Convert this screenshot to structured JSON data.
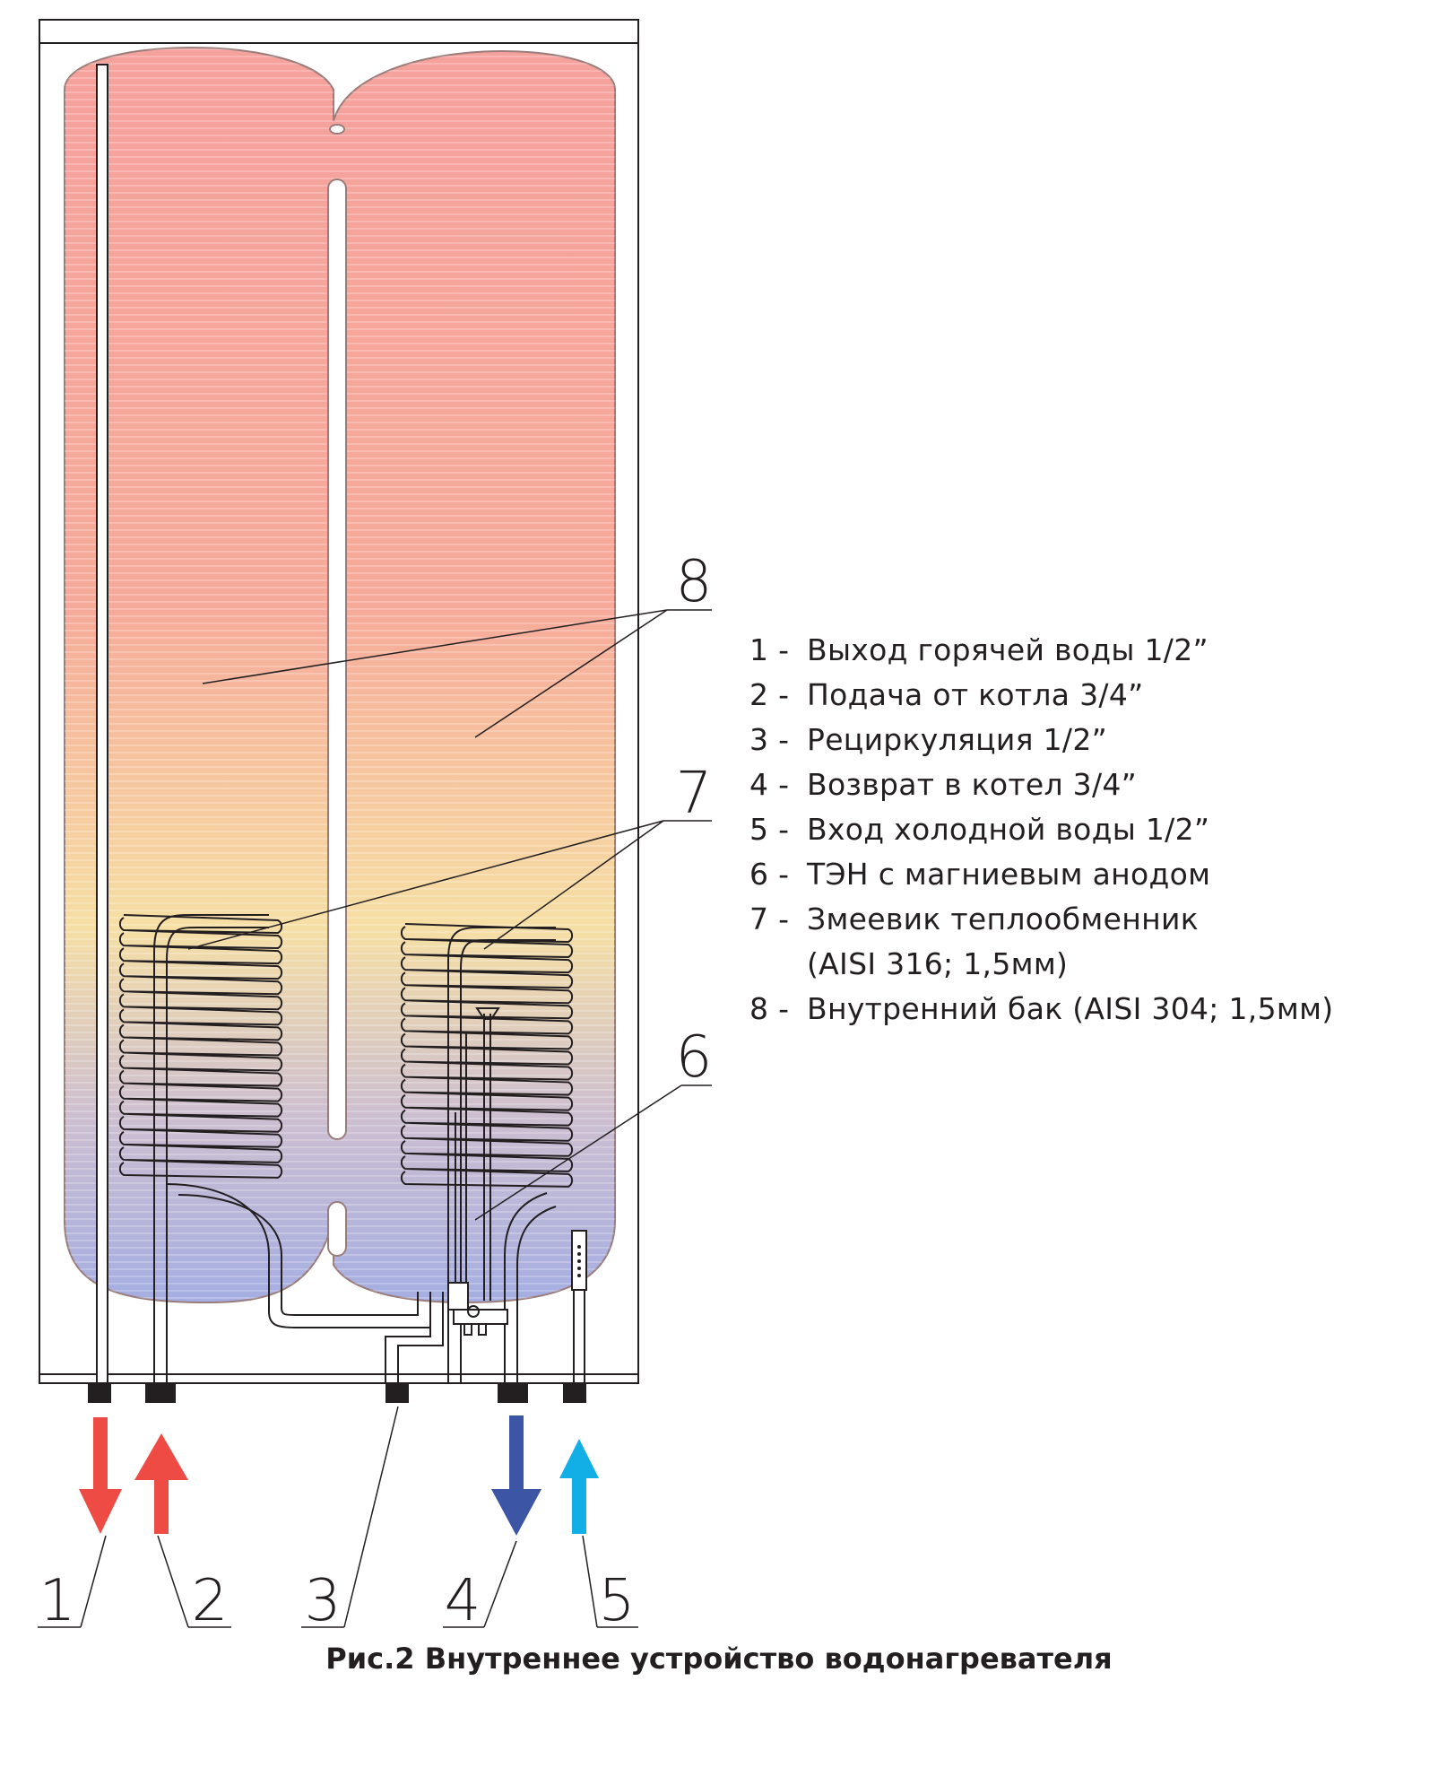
{
  "callouts": [
    "1",
    "2",
    "3",
    "4",
    "5",
    "6",
    "7",
    "8"
  ],
  "legend": [
    {
      "num": "1 -",
      "text": "Выход горячей воды 1/2”"
    },
    {
      "num": "2 -",
      "text": "Подача от котла 3/4”"
    },
    {
      "num": "3 -",
      "text": "Рециркуляция 1/2”"
    },
    {
      "num": "4 -",
      "text": "Возврат в котел 3/4”"
    },
    {
      "num": "5 -",
      "text": "Вход холодной воды 1/2”"
    },
    {
      "num": "6 -",
      "text": "ТЭН с магниевым анодом"
    },
    {
      "num": "7 -",
      "text": "Змеевик теплообменник\n(AISI 316; 1,5мм)"
    },
    {
      "num": "8 -",
      "text": "Внутренний бак (AISI 304; 1,5мм)"
    }
  ],
  "caption": "Рис.2 Внутреннее устройство водонагревателя",
  "colors": {
    "hot_top": "#f39a96",
    "warm_mid": "#f6d7a0",
    "cold_bottom": "#a9b0e0",
    "hot_arrow": "#ee4b45",
    "return_arrow": "#3c55a5",
    "cold_arrow": "#12aee6",
    "outline": "#231f20"
  }
}
